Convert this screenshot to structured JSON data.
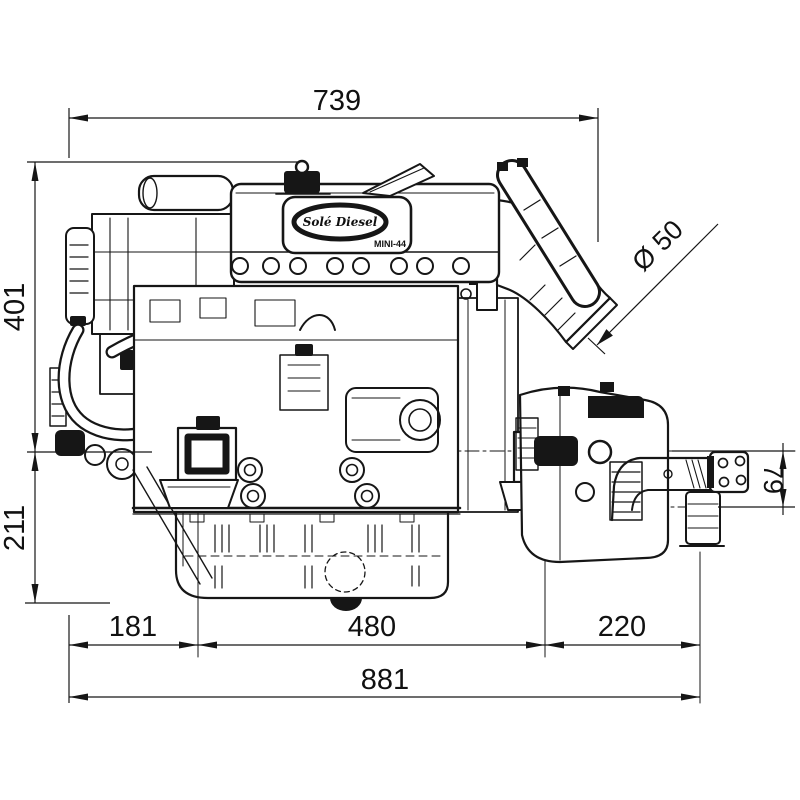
{
  "drawing": {
    "logo": {
      "brand": "Solé Diesel",
      "model": "MINI-44"
    },
    "dimensions": {
      "top_width": "739",
      "front_height": "401",
      "lower_height": "211",
      "exhaust_diameter": "Ø 50",
      "output_flange_offset": "79",
      "front_overhang": "181",
      "mount_span": "480",
      "rear_overhang": "220",
      "total_length": "881"
    }
  }
}
